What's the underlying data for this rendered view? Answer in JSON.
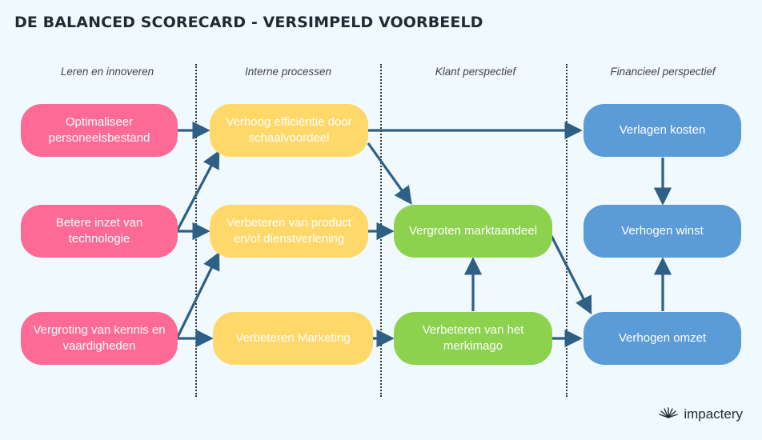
{
  "title": "DE BALANCED SCORECARD - VERSIMPELD VOORBEELD",
  "columns": {
    "col1": "Leren en innoveren",
    "col2": "Interne processen",
    "col3": "Klant perspectief",
    "col4": "Financieel perspectief"
  },
  "nodes": {
    "l1": "Optimaliseer personeelsbestand",
    "l2": "Betere inzet van technologie",
    "l3": "Vergroting van kennis en vaardigheden",
    "p1": "Verhoog efficiëntie door schaalvoordeel",
    "p2": "Verbeteren van product en/of dienstverlening",
    "p3": "Verbeteren Marketing",
    "k1": "Vergroten marktaandeel",
    "k2": "Verbeteren van het merkimago",
    "f1": "Verlagen kosten",
    "f2": "Verhogen winst",
    "f3": "Verhogen omzet"
  },
  "colors": {
    "leren": "#fd6a96",
    "processen": "#ffd86a",
    "klant": "#8dd24e",
    "financieel": "#5b9bd8",
    "arrow": "#2e5f85"
  },
  "brand": {
    "name": "impactery",
    "icon": "fan-logo-icon"
  }
}
